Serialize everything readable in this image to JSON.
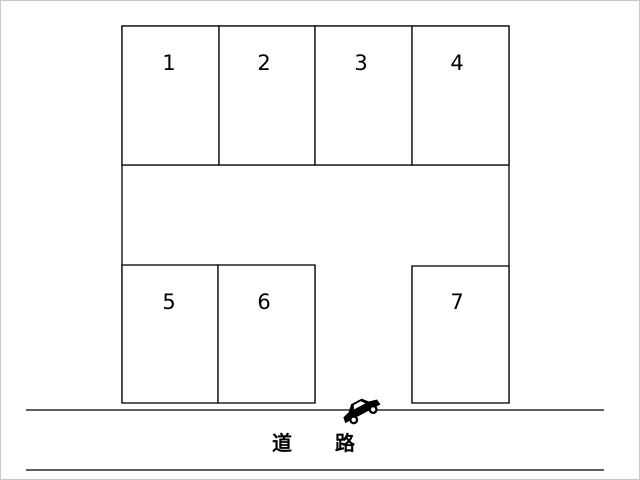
{
  "spaces": [
    {
      "label": "1"
    },
    {
      "label": "2"
    },
    {
      "label": "3"
    },
    {
      "label": "4"
    },
    {
      "label": "5"
    },
    {
      "label": "6"
    },
    {
      "label": "7"
    }
  ],
  "road": {
    "label": "道 路"
  },
  "icons": {
    "car": "car-icon"
  }
}
